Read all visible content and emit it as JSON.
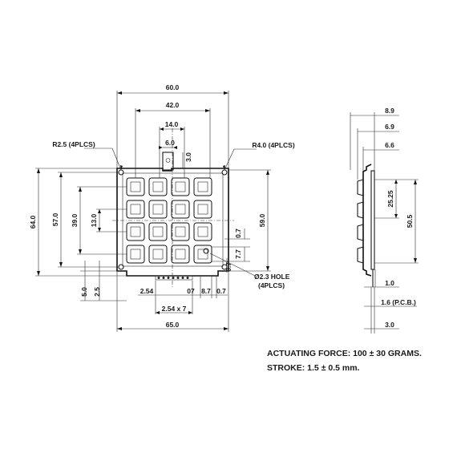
{
  "front_view": {
    "width_60": "60.0",
    "width_42": "42.0",
    "width_14": "14.0",
    "width_6": "6.0",
    "dim_3": "3.0",
    "radius_corner": "R2.5 (4PLCS)",
    "radius_right": "R4.0 (4PLCS)",
    "height_64": "64.0",
    "height_57": "57.0",
    "height_39": "39.0",
    "height_13": "13.0",
    "height_59": "59.0",
    "dim_07_right": "0.7",
    "dim_77": "7.7",
    "dim_07_low": "0.7",
    "hole_label": "Ø2.3 HOLE",
    "hole_count": "(4PLCS)",
    "left_5": "5.0",
    "left_25": "2.5",
    "pin_254": "2.54",
    "pin_07a": "07",
    "pin_87": "8.7",
    "pin_07b": "0.7",
    "pitch": "2.54 x 7",
    "width_65": "65.0"
  },
  "side_view": {
    "d89": "8.9",
    "d69": "6.9",
    "d66": "6.6",
    "d2525": "25.25",
    "d505": "50.5",
    "d10": "1.0",
    "pcb": "1.6 (P.C.B.)",
    "d30": "3.0"
  },
  "notes": {
    "force_label": "ACTUATING FORCE: 100",
    "force_pm": "±",
    "force_value": "30 GRAMS.",
    "stroke_label": "STROKE: 1.5",
    "stroke_pm": "±",
    "stroke_value": "0.5 mm."
  }
}
